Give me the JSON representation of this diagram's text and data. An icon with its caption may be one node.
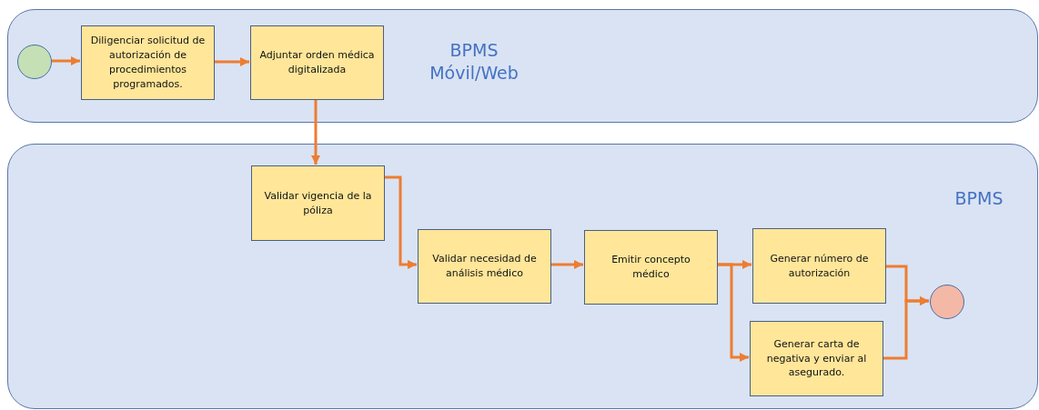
{
  "diagram": {
    "nodes": [
      {
        "text": [
          "BPMS Móvil/Web"
        ]
      },
      {
        "text": [],
        "shape": "circle",
        "in": 0
      },
      {
        "text": [
          "Diligenciar solicitud de autorización de procedimientos programados."
        ],
        "in": 0
      },
      {
        "text": [
          "Adjuntar orden médica digitalizada"
        ],
        "in": 0
      },
      {
        "text": [
          "BPMS"
        ]
      },
      {
        "text": [
          "Validar vigencia de la póliza"
        ],
        "in": 4
      },
      {
        "text": [
          "Validar necesidad de análisis médico"
        ],
        "in": 4
      },
      {
        "text": [
          "Emitir concepto médico"
        ],
        "in": 4
      },
      {
        "text": [
          "Generar número de autorización"
        ],
        "in": 4
      },
      {
        "text": [
          "Generar carta de negativa y enviar al asegurado."
        ],
        "in": 4
      },
      {
        "text": [],
        "shape": "circle",
        "in": 4
      }
    ],
    "edges": [
      {
        "from": 1,
        "to": 2,
        "arrow": "to"
      },
      {
        "from": 2,
        "to": 3,
        "arrow": "to"
      },
      {
        "from": 3,
        "to": 5,
        "arrow": "to"
      },
      {
        "from": 5,
        "to": 6,
        "arrow": "to"
      },
      {
        "from": 6,
        "to": 7,
        "arrow": "to"
      },
      {
        "from": 7,
        "to": 8,
        "arrow": "to"
      },
      {
        "from": 7,
        "to": 9,
        "arrow": "to"
      },
      {
        "from": 8,
        "to": 10,
        "arrow": "to"
      },
      {
        "from": 9,
        "to": 10,
        "arrow": "to"
      }
    ]
  }
}
